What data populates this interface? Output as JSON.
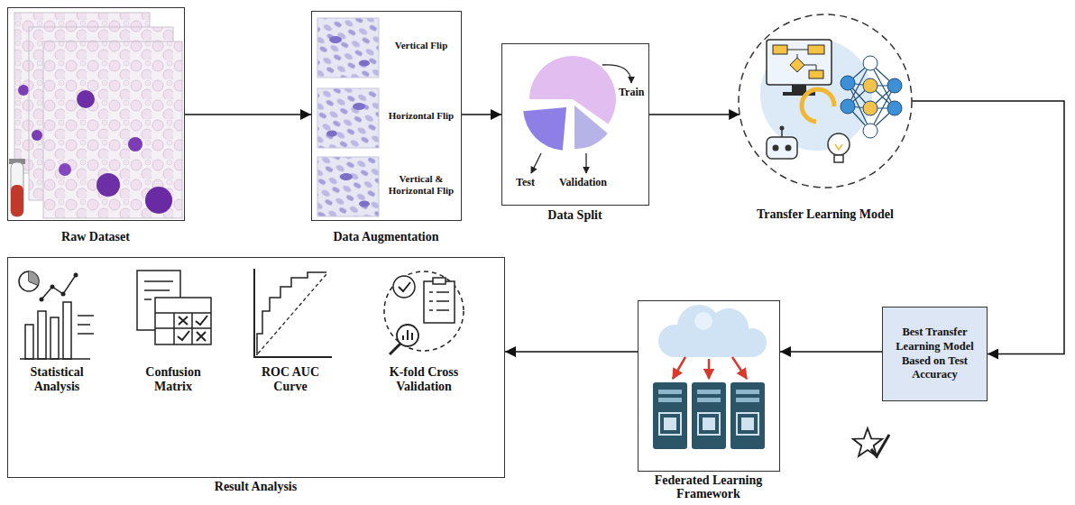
{
  "diagram": {
    "nodes": [
      {
        "text": [
          "Raw Dataset"
        ]
      },
      {
        "text": [
          "Data Augmentation"
        ]
      },
      {
        "text": [
          "Data Split"
        ]
      },
      {
        "text": [
          "Transfer Learning Model"
        ]
      },
      {
        "text": [
          "Best Transfer Learning Model Based on Test Accuracy"
        ]
      },
      {
        "text": [
          "Federated Learning Framework"
        ]
      },
      {
        "text": [
          "Result Analysis"
        ]
      }
    ],
    "edges": [
      {
        "from": 0,
        "to": 1,
        "arrow": "to"
      },
      {
        "from": 1,
        "to": 2,
        "arrow": "to"
      },
      {
        "from": 2,
        "to": 3,
        "arrow": "to"
      },
      {
        "from": 3,
        "to": 4,
        "arrow": "to"
      },
      {
        "from": 4,
        "to": 5,
        "arrow": "to"
      },
      {
        "from": 5,
        "to": 6,
        "arrow": "to"
      }
    ],
    "labels": [
      "Vertical Flip",
      "Horizontal Flip",
      "Vertical & Horizontal Flip",
      "Train",
      "Test",
      "Validation",
      "Statistical Analysis",
      "Confusion Matrix",
      "ROC AUC Curve",
      "K-fold Cross Validation"
    ]
  }
}
